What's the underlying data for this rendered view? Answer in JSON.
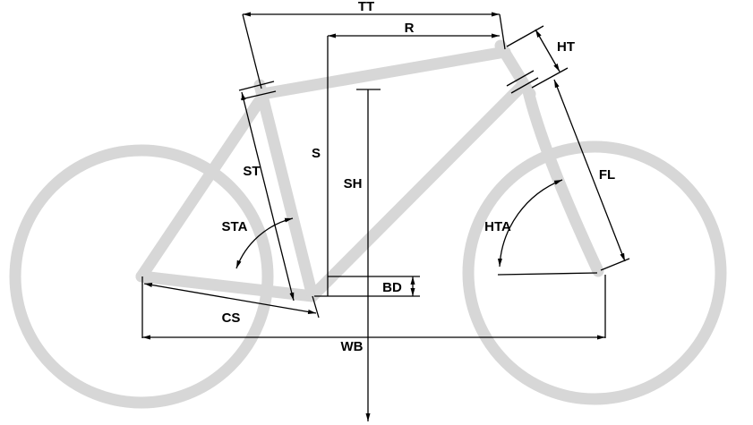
{
  "diagram": {
    "labels": {
      "tt": "TT",
      "r": "R",
      "ht": "HT",
      "st": "ST",
      "s": "S",
      "sh": "SH",
      "sta": "STA",
      "hta": "HTA",
      "fl": "FL",
      "bd": "BD",
      "cs": "CS",
      "wb": "WB"
    },
    "colors": {
      "frame": "#d7d7d7",
      "dimension": "#000000",
      "background": "#ffffff"
    }
  }
}
